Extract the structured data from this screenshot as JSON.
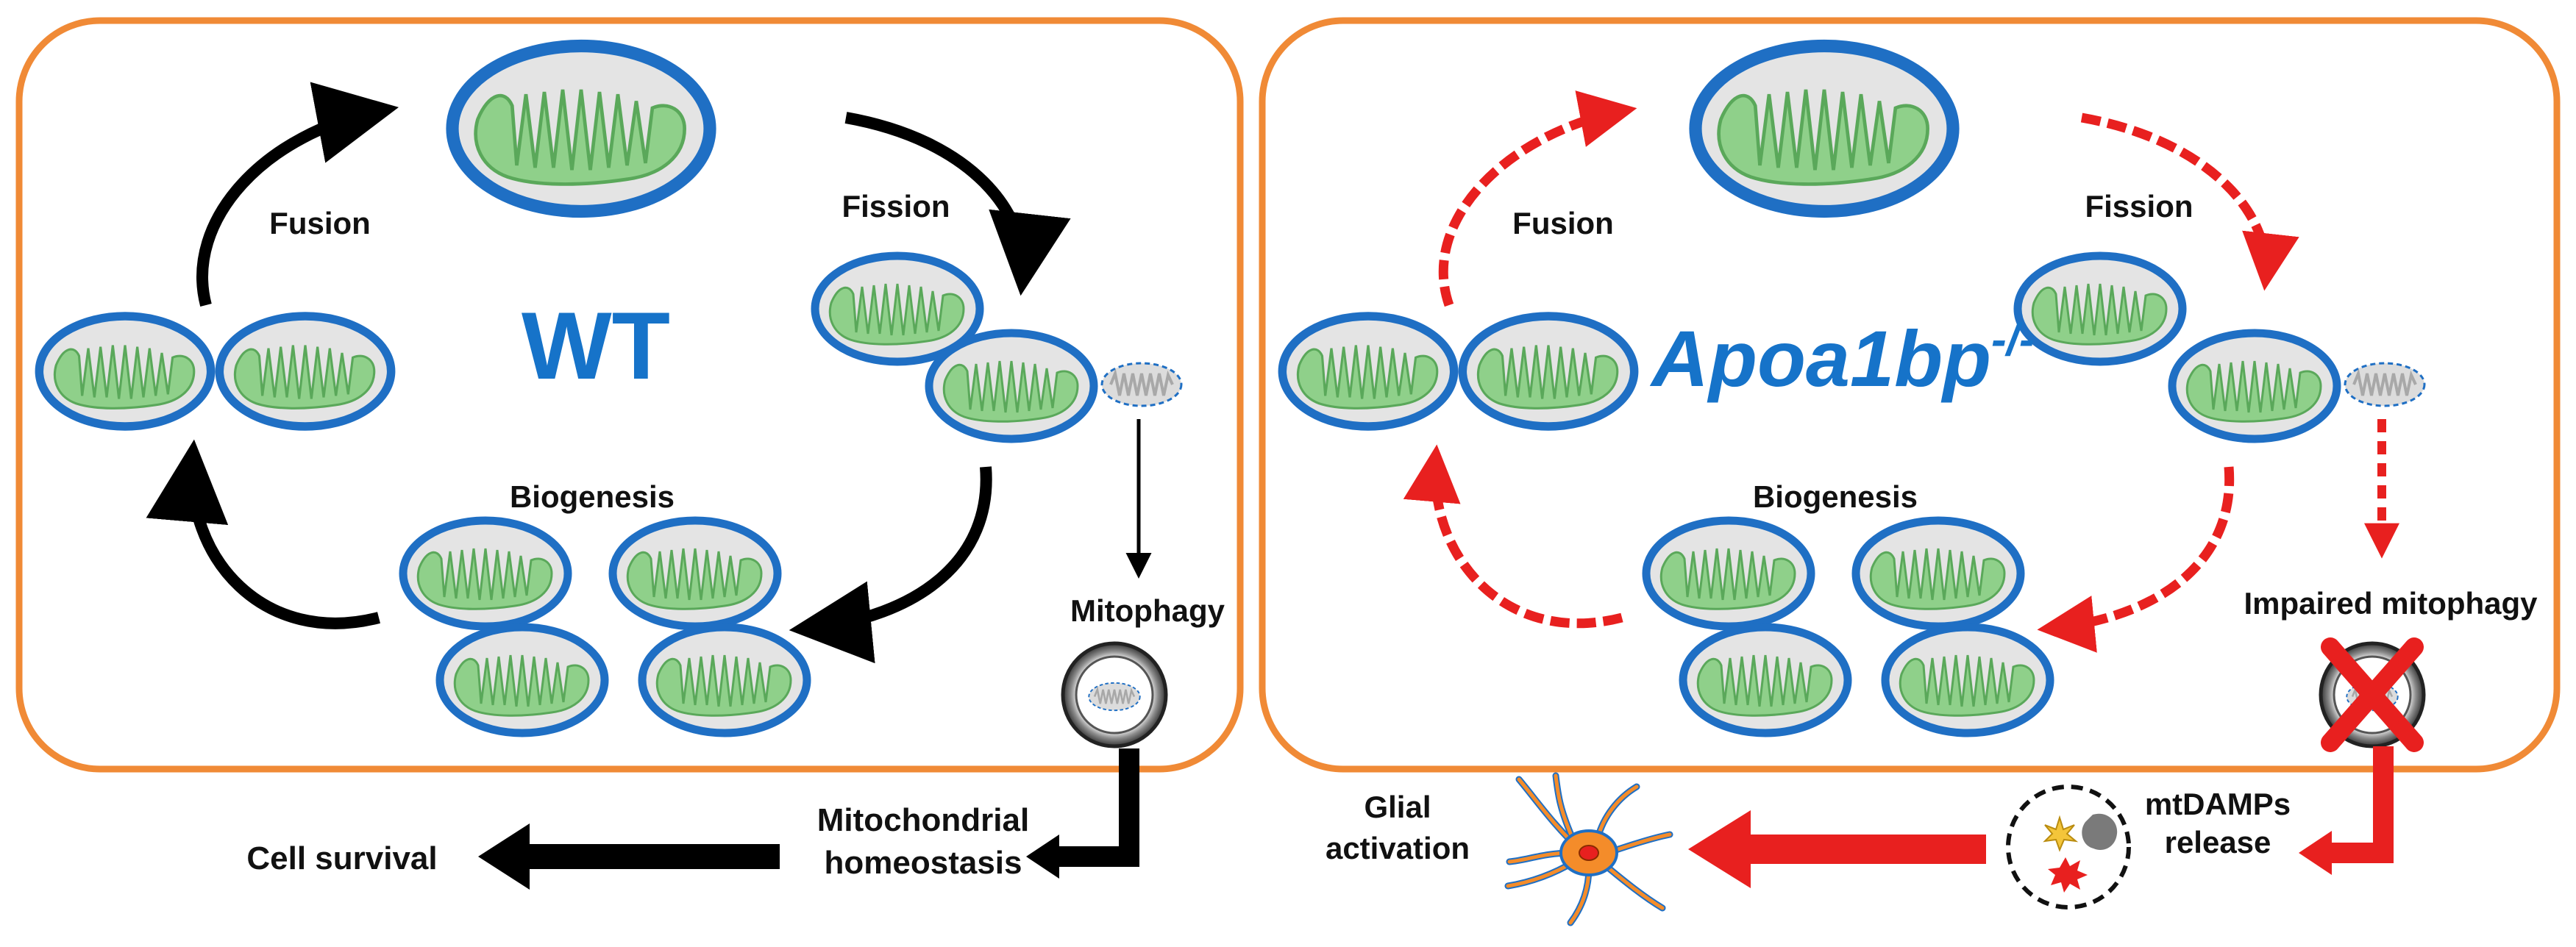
{
  "left_panel": {
    "fusion_label": "Fusion",
    "fission_label": "Fission",
    "center_label": "WT",
    "biogenesis_label": "Biogenesis",
    "mitophagy_label": "Mitophagy"
  },
  "right_panel": {
    "fusion_label": "Fusion",
    "fission_label": "Fission",
    "center_label_main": "Apoa1bp",
    "center_label_super": "-/-",
    "biogenesis_label": "Biogenesis",
    "mitophagy_label": "Impaired mitophagy"
  },
  "outcomes_left": {
    "homeostasis_line1": "Mitochondrial",
    "homeostasis_line2": "homeostasis",
    "survival_label": "Cell survival"
  },
  "outcomes_right": {
    "mtdamps_line1": "mtDAMPs",
    "mtdamps_line2": "release",
    "glial_line1": "Glial",
    "glial_line2": "activation"
  },
  "colors": {
    "panel_border": "#f08a36",
    "membrane": "#1f6fc4",
    "matrix": "#8fd08a",
    "wt_text": "#1673c9",
    "ko_text": "#1673c9",
    "impaired_arrow": "#e8201f",
    "normal_arrow": "#000000",
    "glial_cell": "#f48c2a"
  }
}
